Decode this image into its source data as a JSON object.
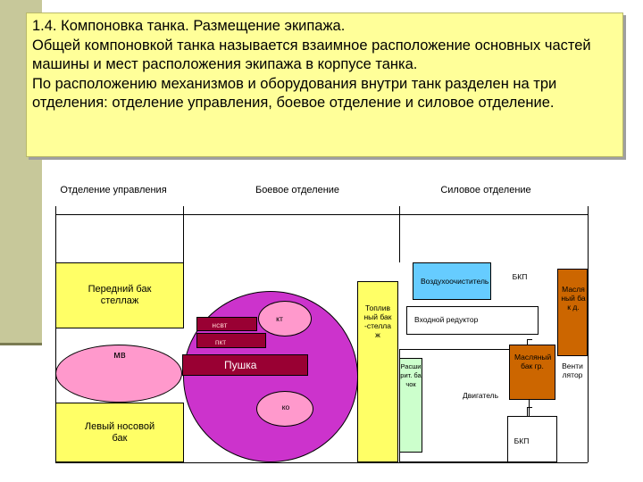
{
  "header": {
    "line1": "1.4. Компоновка танка. Размещение экипажа.",
    "line2": "Общей компоновкой танка называется взаимное расположение основных частей машины и мест расположения экипажа в корпусе танка.",
    "line3": "По расположению механизмов и оборудования внутри танк разделен на три отделения: отделение управления, боевое отделение и силовое отделение."
  },
  "sections": {
    "control": "Отделение управления",
    "combat": "Боевое отделение",
    "power": "Силовое отделение"
  },
  "components": {
    "front_tank": "Передний бак стеллаж",
    "mv": "мв",
    "left_tank": "Левый носовой бак",
    "nsvt": "нсвт",
    "kt": "кт",
    "pkt": "пкт",
    "gun": "Пушка",
    "ko": "ко",
    "fuel_tank": "Топливный бак-стеллаж",
    "air_cleaner": "Воздухоочиститель",
    "bkp_top": "БКП",
    "oil_tank_right": "Масляный бак д.",
    "input_reducer": "Входной редуктор",
    "expansion_tank": "Расширит. бачок",
    "engine": "Двигатель",
    "oil_tank": "Масляный бак гр.",
    "fan": "Вентилятор",
    "bkp_bottom": "БКП"
  },
  "colors": {
    "header_bg": "#ffff99",
    "yellow": "#ffff66",
    "magenta": "#cc33cc",
    "crimson": "#990033",
    "pink": "#ff99cc",
    "sky": "#66ccff",
    "green": "#ccffcc",
    "orange": "#cc6600"
  }
}
